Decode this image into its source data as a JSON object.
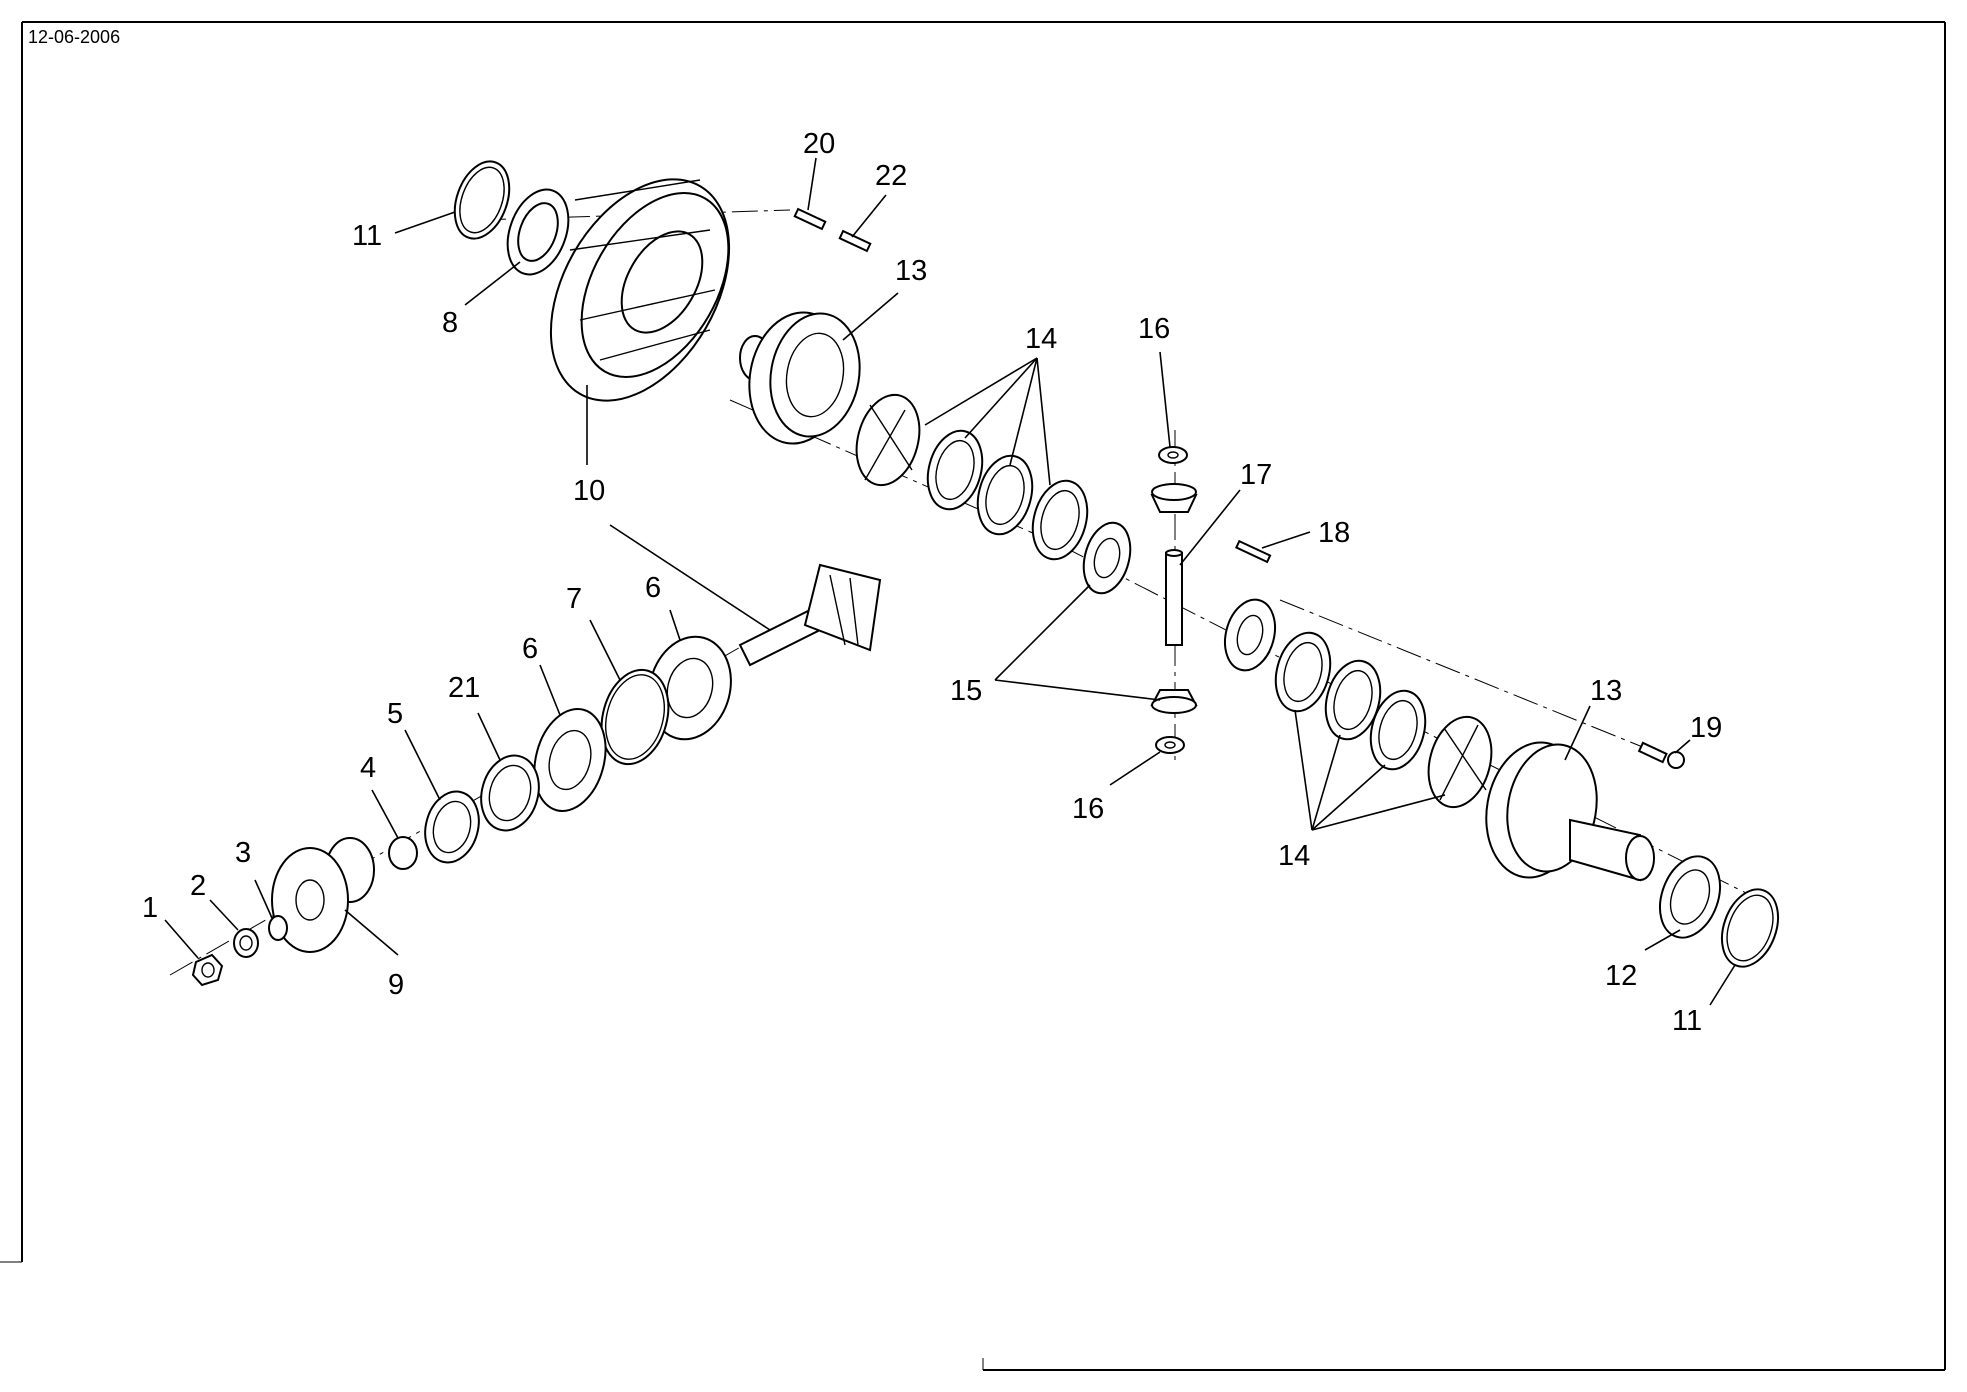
{
  "header": {
    "date": "12-06-2006"
  },
  "callouts": {
    "c1": "1",
    "c2": "2",
    "c3": "3",
    "c4": "4",
    "c5": "5",
    "c6a": "6",
    "c6b": "6",
    "c7": "7",
    "c8": "8",
    "c9": "9",
    "c10": "10",
    "c11a": "11",
    "c11b": "11",
    "c12": "12",
    "c13a": "13",
    "c13b": "13",
    "c14a": "14",
    "c14b": "14",
    "c15": "15",
    "c16a": "16",
    "c16b": "16",
    "c17": "17",
    "c18": "18",
    "c19": "19",
    "c20": "20",
    "c21": "21",
    "c22": "22"
  },
  "icons": {
    "drawing": "exploded-view-differential-assembly"
  }
}
